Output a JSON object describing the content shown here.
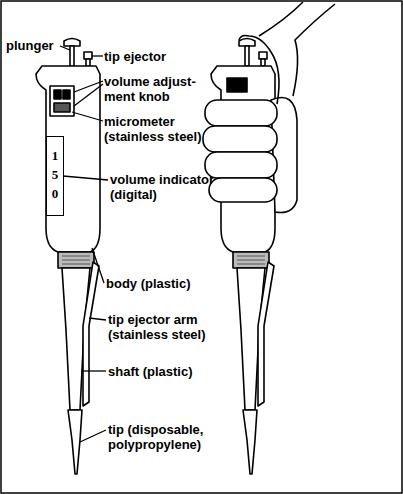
{
  "diagram": {
    "nodes": [
      {
        "text": [
          "150"
        ]
      }
    ],
    "labels": [
      "plunger",
      "tip ejector",
      "volume adjust- ment knob",
      "micrometer (stainless steel)",
      "volume indicator (digital)",
      "body (plastic)",
      "tip ejector arm (stainless steel)",
      "shaft (plastic)",
      "tip (disposable, polypropylene)"
    ]
  }
}
